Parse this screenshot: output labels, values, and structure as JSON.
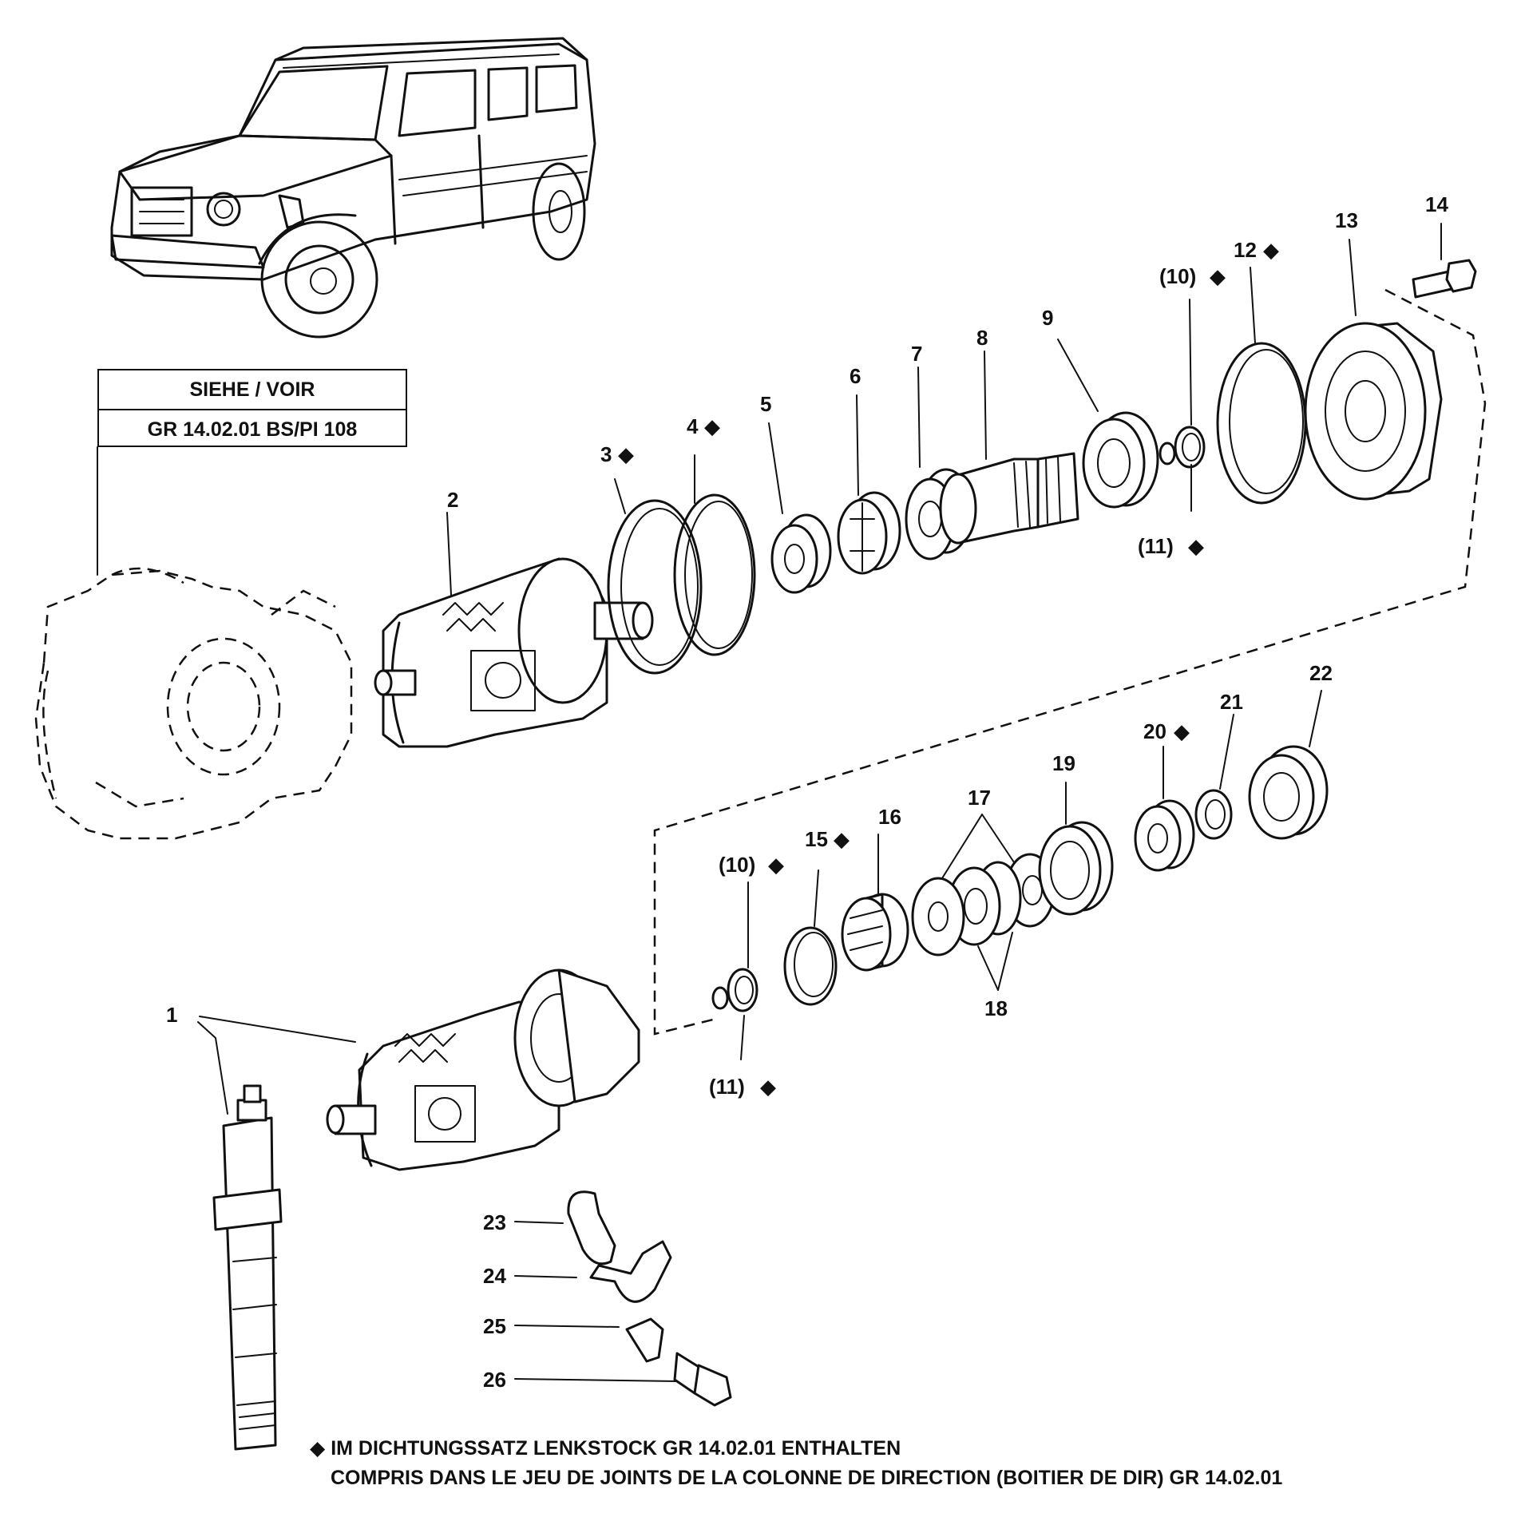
{
  "reference_box": {
    "line1": "SIEHE / VOIR",
    "line2": "GR  14.02.01  BS/PI  108"
  },
  "labels": {
    "p1": "1",
    "p2": "2",
    "p3": "3",
    "p4": "4",
    "p5": "5",
    "p6": "6",
    "p7": "7",
    "p8": "8",
    "p9": "9",
    "p10a": "(10)",
    "p11a": "(11)",
    "p12": "12",
    "p13": "13",
    "p14": "14",
    "p10b": "(10)",
    "p11b": "(11)",
    "p15": "15",
    "p16": "16",
    "p17": "17",
    "p18": "18",
    "p19": "19",
    "p20": "20",
    "p21": "21",
    "p22": "22",
    "p23": "23",
    "p24": "24",
    "p25": "25",
    "p26": "26"
  },
  "footnote": {
    "marker": "◆",
    "line1": "IM DICHTUNGSSATZ LENKSTOCK GR 14.02.01 ENTHALTEN",
    "line2": "COMPRIS DANS LE JEU DE JOINTS DE LA COLONNE DE DIRECTION (BOITIER DE DIR)  GR  14.02.01"
  }
}
